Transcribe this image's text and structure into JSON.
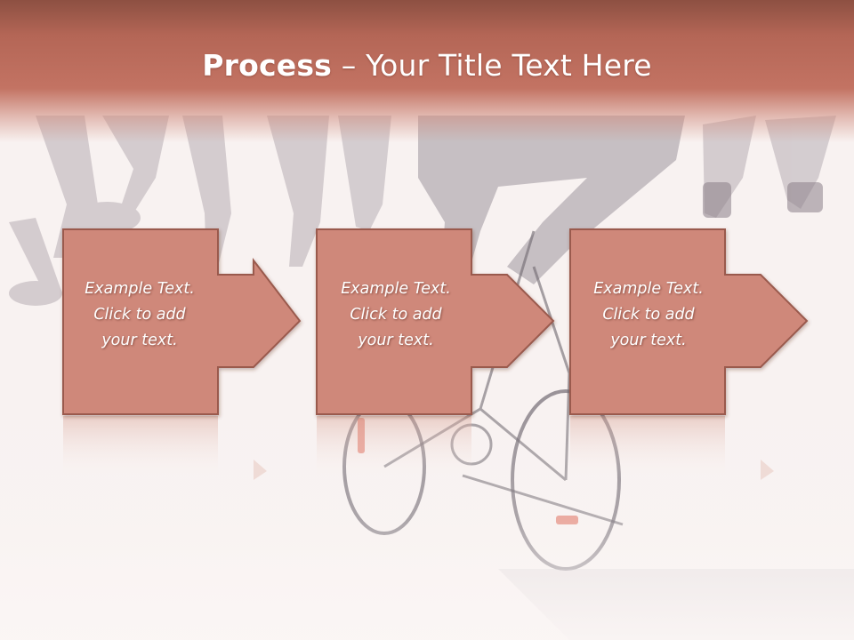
{
  "title": {
    "bold": "Process",
    "rest": " – Your Title Text Here"
  },
  "steps": [
    {
      "line1": "Example Text.",
      "line2": "Click  to add",
      "line3": "your text."
    },
    {
      "line1": "Example Text.",
      "line2": "Click  to add",
      "line3": "your text."
    },
    {
      "line1": "Example Text.",
      "line2": "Click  to add",
      "line3": "your text."
    }
  ],
  "colors": {
    "header": "#c37363",
    "box_fill": "#cf887a",
    "box_stroke": "#9a5a4e",
    "text": "#ffffff"
  }
}
